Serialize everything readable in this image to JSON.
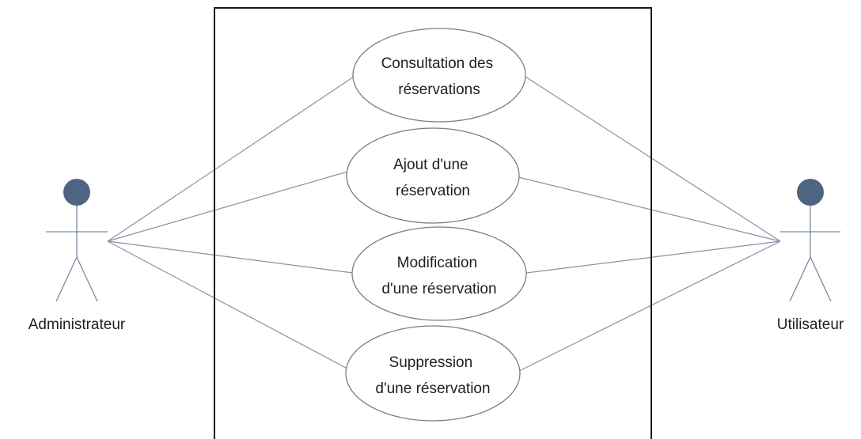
{
  "diagram": {
    "type": "uml-use-case",
    "colors": {
      "boundary": "#1a1a1a",
      "association": "#8892a6",
      "usecase_border": "#7c7c7c",
      "usecase_fill": "#ffffff",
      "actor_head": "#4d6483",
      "actor_body": "#7a8aa0",
      "text": "#1f1f1f"
    },
    "actors": [
      {
        "id": "administrateur",
        "label": "Administrateur",
        "icon": "stick-figure-icon"
      },
      {
        "id": "utilisateur",
        "label": "Utilisateur",
        "icon": "stick-figure-icon"
      }
    ],
    "use_cases": [
      {
        "id": "consultation",
        "lines": [
          "Consultation des",
          "réservations"
        ]
      },
      {
        "id": "ajout",
        "lines": [
          "Ajout d'une",
          "réservation"
        ]
      },
      {
        "id": "modification",
        "lines": [
          "Modification",
          "d'une réservation"
        ]
      },
      {
        "id": "suppression",
        "lines": [
          "Suppression",
          "d'une réservation"
        ]
      }
    ],
    "associations": [
      {
        "actor": "administrateur",
        "use_case": "consultation"
      },
      {
        "actor": "administrateur",
        "use_case": "ajout"
      },
      {
        "actor": "administrateur",
        "use_case": "modification"
      },
      {
        "actor": "administrateur",
        "use_case": "suppression"
      },
      {
        "actor": "utilisateur",
        "use_case": "consultation"
      },
      {
        "actor": "utilisateur",
        "use_case": "ajout"
      },
      {
        "actor": "utilisateur",
        "use_case": "modification"
      },
      {
        "actor": "utilisateur",
        "use_case": "suppression"
      }
    ]
  }
}
